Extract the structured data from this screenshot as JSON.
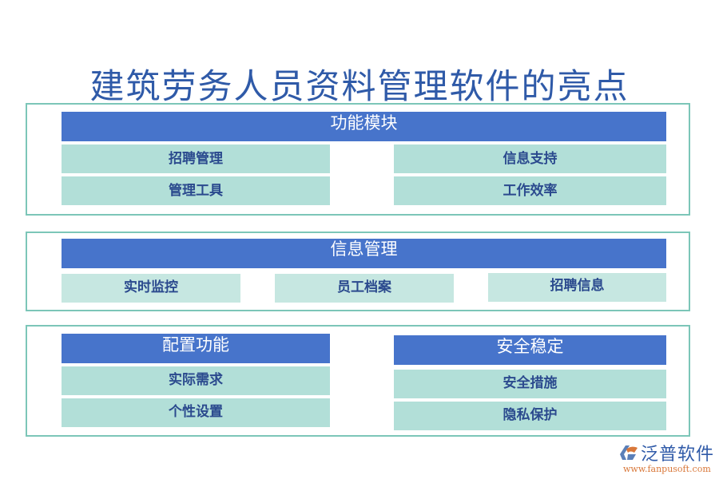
{
  "title": "建筑劳务人员资料管理软件的亮点",
  "sections": [
    {
      "header": "功能模块",
      "left_items": [
        "招聘管理",
        "管理工具"
      ],
      "right_items": [
        "信息支持",
        "工作效率"
      ]
    },
    {
      "header": "信息管理",
      "items": [
        "实时监控",
        "员工档案",
        "招聘信息"
      ]
    },
    {
      "left": {
        "header": "配置功能",
        "items": [
          "实际需求",
          "个性设置"
        ]
      },
      "right": {
        "header": "安全稳定",
        "items": [
          "安全措施",
          "隐私保护"
        ]
      }
    }
  ],
  "logo": {
    "name": "泛普软件",
    "url": "www.fanpusoft.com",
    "icon": "fanpu-logo-icon"
  },
  "colors": {
    "title": "#2f5aa8",
    "header_bg": "#4774cb",
    "cell_bg": "#b2dfd8",
    "cell_text": "#2b4a8e",
    "border": "#7cc6b8"
  }
}
